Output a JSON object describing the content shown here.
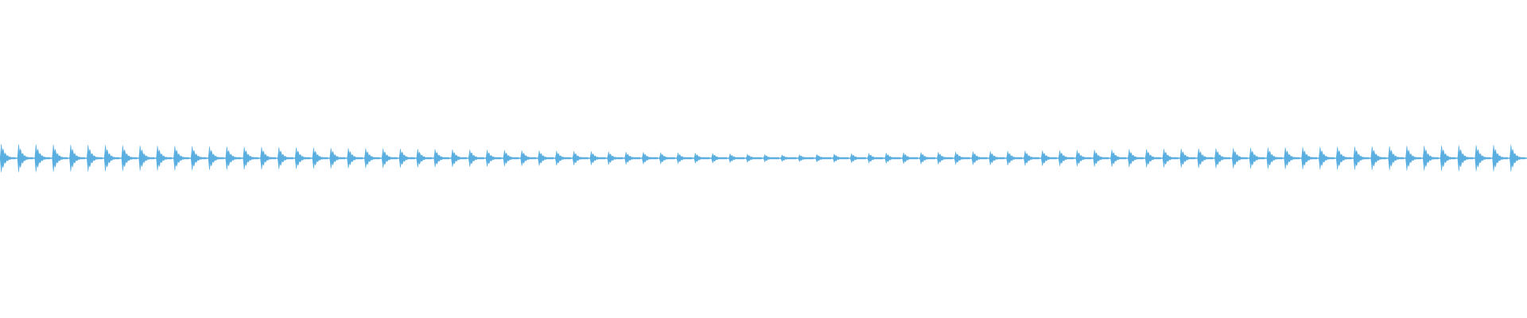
{
  "waveform": {
    "color": "#5aaee0",
    "background": "#ffffff",
    "pattern": "repeating-pulse",
    "pulse_count": 88,
    "min_amplitude": 0.05,
    "max_amplitude": 0.22
  }
}
